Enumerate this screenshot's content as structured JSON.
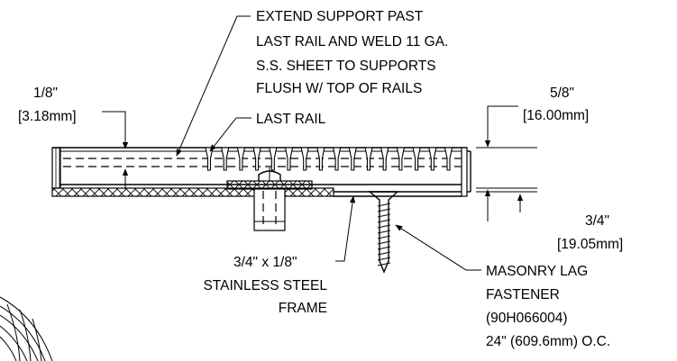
{
  "callouts": {
    "extend_support": [
      "EXTEND SUPPORT PAST",
      "LAST RAIL AND WELD 11 GA.",
      "S.S. SHEET TO SUPPORTS",
      "FLUSH W/ TOP OF RAILS"
    ],
    "last_rail": "LAST RAIL",
    "frame": [
      "3/4\" x 1/8\"",
      "STAINLESS STEEL",
      "FRAME"
    ],
    "fastener": [
      "MASONRY LAG",
      "FASTENER",
      "(90H066004)",
      "24\" (609.6mm) O.C."
    ]
  },
  "dimensions": {
    "sheet_thickness": [
      "1/8\"",
      "[3.18mm]"
    ],
    "rail_height": [
      "5/8\"",
      "[16.00mm]"
    ],
    "frame_height": [
      "3/4\"",
      "[19.05mm]"
    ]
  }
}
